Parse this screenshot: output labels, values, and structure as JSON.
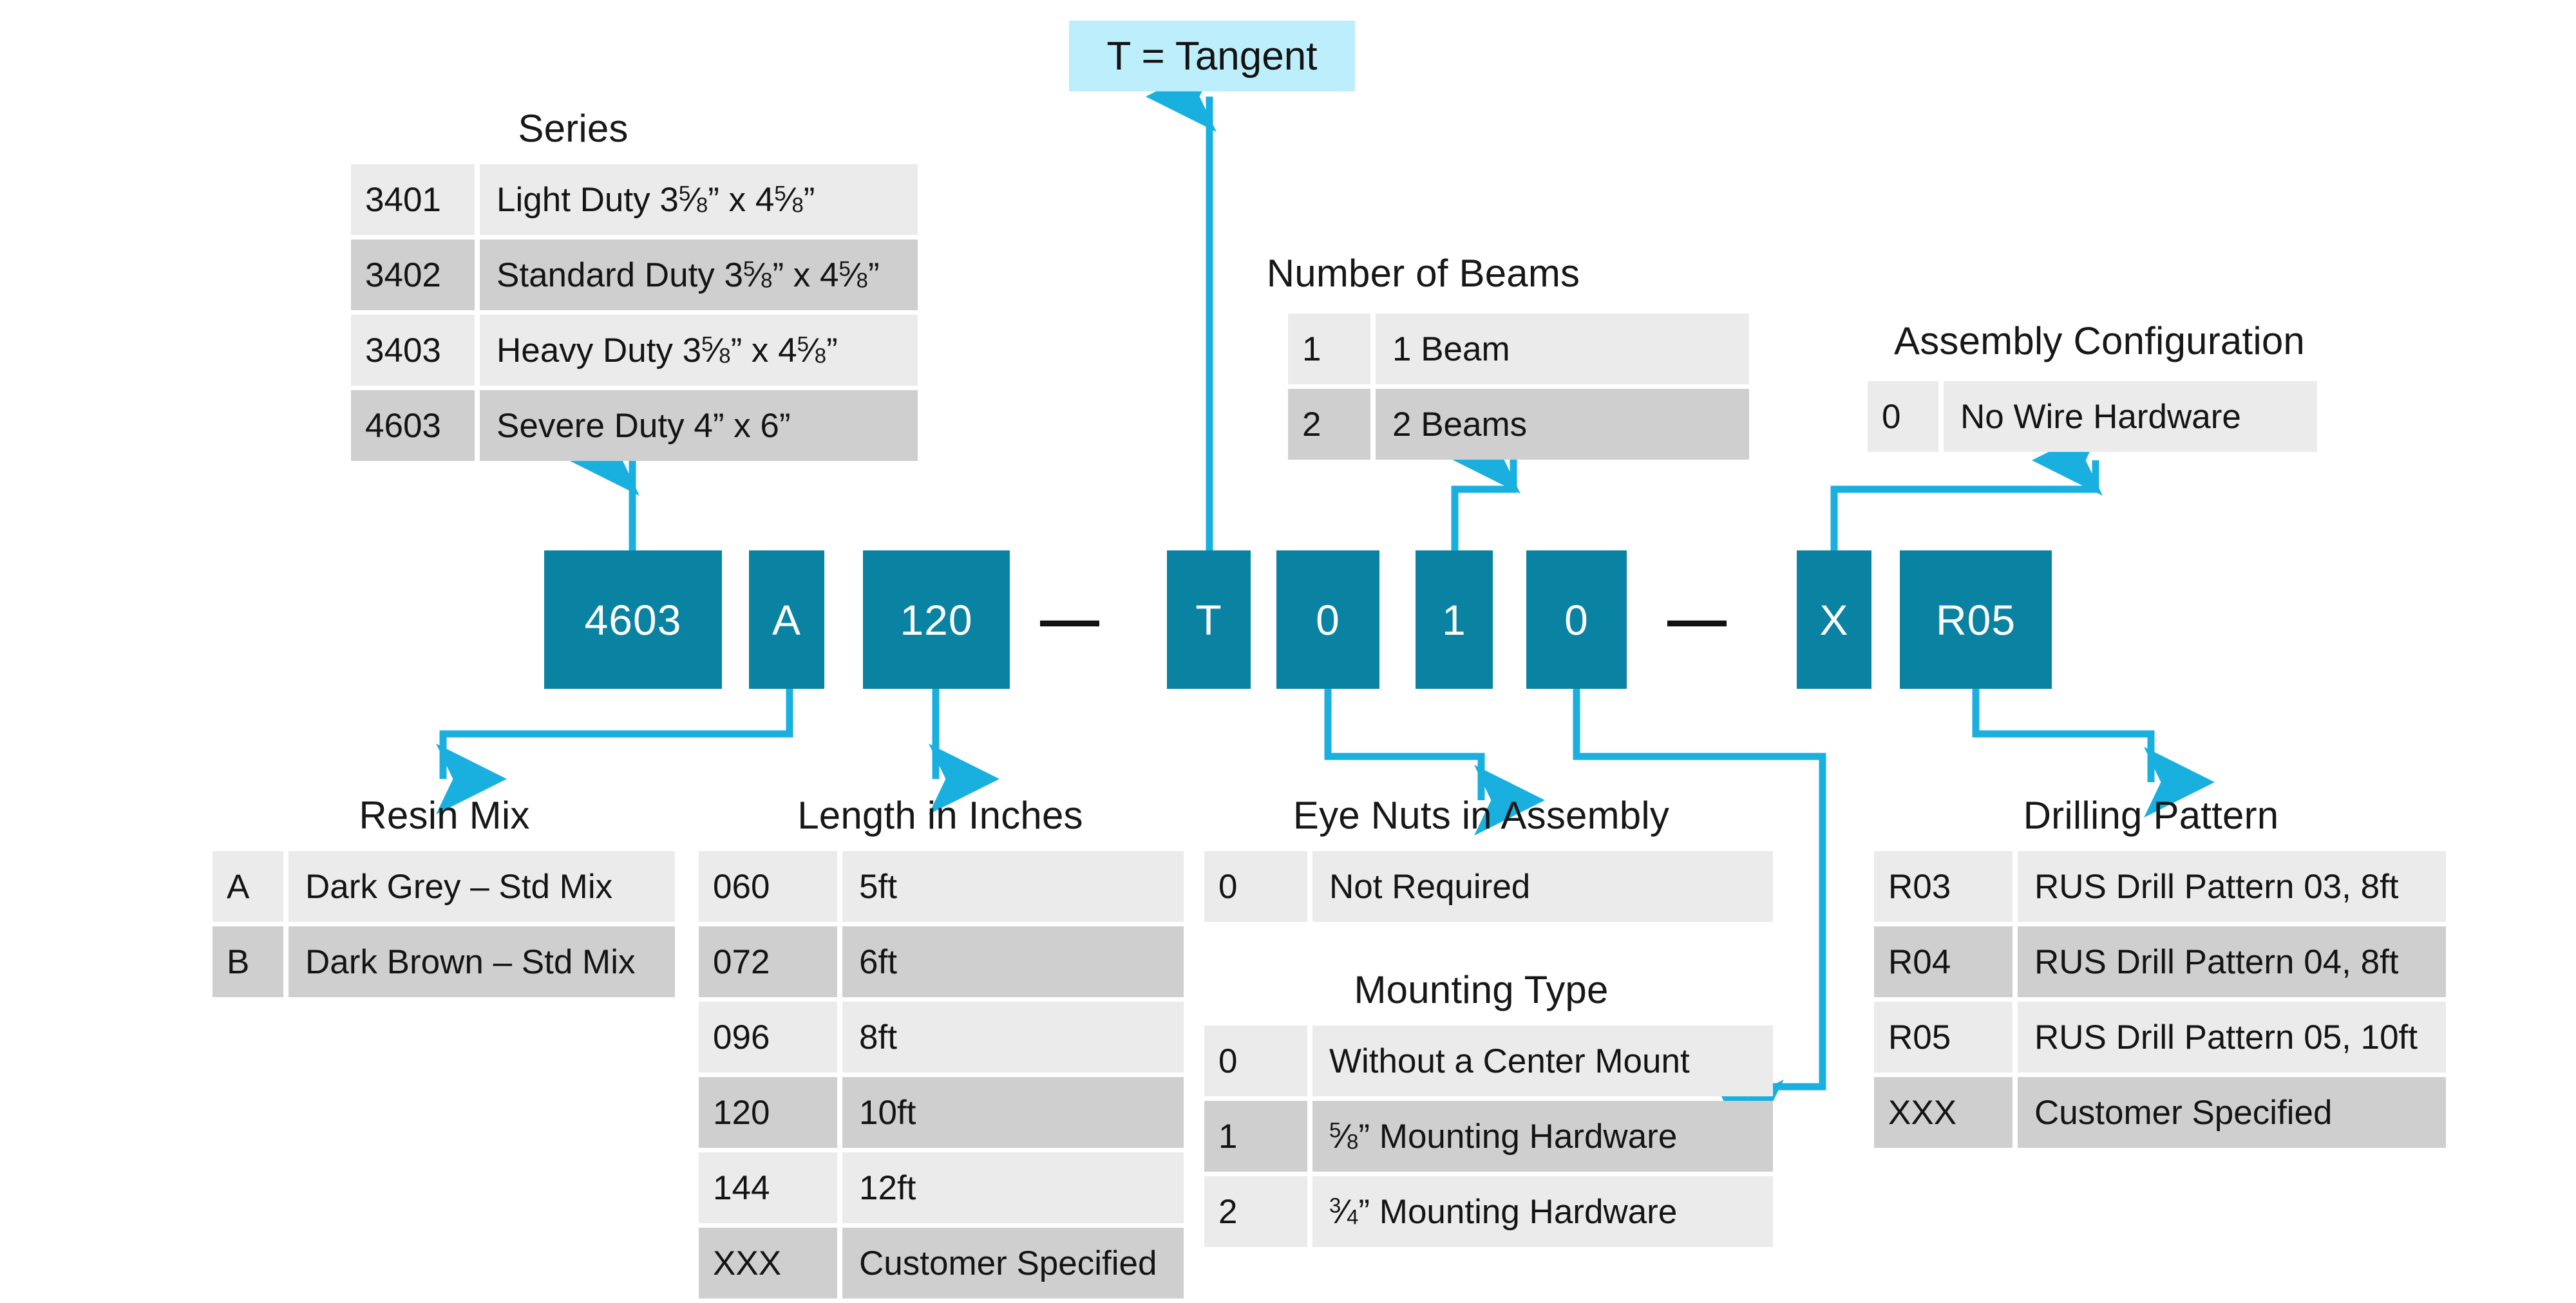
{
  "colors": {
    "block_teal": "#0a83a3",
    "arrow_blue": "#19b0e0",
    "callout_bg": "#bdeefb",
    "row_light": "#ebebeb",
    "row_dark": "#cfcfcf",
    "page_bg": "#ffffff",
    "text": "#141414"
  },
  "callout": {
    "label": "T = Tangent"
  },
  "part_number": {
    "segments": [
      {
        "value": "4603",
        "name": "series"
      },
      {
        "value": "A",
        "name": "resin-mix"
      },
      {
        "value": "120",
        "name": "length"
      },
      {
        "value": "—",
        "name": "dash-1",
        "type": "dash"
      },
      {
        "value": "T",
        "name": "tangent"
      },
      {
        "value": "0",
        "name": "eye-nuts"
      },
      {
        "value": "1",
        "name": "number-of-beams"
      },
      {
        "value": "0",
        "name": "mounting-type"
      },
      {
        "value": "—",
        "name": "dash-2",
        "type": "dash"
      },
      {
        "value": "X",
        "name": "assembly-configuration"
      },
      {
        "value": "R05",
        "name": "drilling-pattern"
      }
    ]
  },
  "tables": {
    "series": {
      "title": "Series",
      "rows": [
        {
          "code": "3401",
          "desc": "Light Duty 3⅝” x 4⅝”",
          "desc_parts": [
            "Light Duty 3",
            "5",
            "8",
            "” x 4",
            "5",
            "8",
            "”"
          ]
        },
        {
          "code": "3402",
          "desc": "Standard Duty 3⅝” x 4⅝”",
          "desc_parts": [
            "Standard Duty 3",
            "5",
            "8",
            "” x 4",
            "5",
            "8",
            "”"
          ]
        },
        {
          "code": "3403",
          "desc": "Heavy Duty 3⅝” x 4⅝”",
          "desc_parts": [
            "Heavy Duty 3",
            "5",
            "8",
            "” x 4",
            "5",
            "8",
            "”"
          ]
        },
        {
          "code": "4603",
          "desc": "Severe Duty 4” x 6”"
        }
      ]
    },
    "number_of_beams": {
      "title": "Number of Beams",
      "rows": [
        {
          "code": "1",
          "desc": "1 Beam"
        },
        {
          "code": "2",
          "desc": "2 Beams"
        }
      ]
    },
    "assembly_configuration": {
      "title": "Assembly Configuration",
      "rows": [
        {
          "code": "0",
          "desc": "No Wire Hardware"
        }
      ]
    },
    "resin_mix": {
      "title": "Resin Mix",
      "rows": [
        {
          "code": "A",
          "desc": "Dark Grey – Std Mix"
        },
        {
          "code": "B",
          "desc": "Dark Brown – Std Mix"
        }
      ]
    },
    "length_in_inches": {
      "title": "Length in Inches",
      "rows": [
        {
          "code": "060",
          "desc": "5ft"
        },
        {
          "code": "072",
          "desc": "6ft"
        },
        {
          "code": "096",
          "desc": "8ft"
        },
        {
          "code": "120",
          "desc": "10ft"
        },
        {
          "code": "144",
          "desc": "12ft"
        },
        {
          "code": "XXX",
          "desc": "Customer Specified"
        }
      ]
    },
    "eye_nuts_in_assembly": {
      "title": "Eye Nuts in Assembly",
      "rows": [
        {
          "code": "0",
          "desc": "Not Required"
        }
      ]
    },
    "mounting_type": {
      "title": "Mounting Type",
      "rows": [
        {
          "code": "0",
          "desc": "Without a Center Mount"
        },
        {
          "code": "1",
          "desc": "⅝” Mounting Hardware",
          "desc_parts": [
            "",
            "5",
            "8",
            "” Mounting Hardware"
          ]
        },
        {
          "code": "2",
          "desc": "¾” Mounting Hardware",
          "desc_parts": [
            "",
            "3",
            "4",
            "” Mounting Hardware"
          ]
        }
      ]
    },
    "drilling_pattern": {
      "title": "Drilling Pattern",
      "rows": [
        {
          "code": "R03",
          "desc": "RUS Drill Pattern 03, 8ft"
        },
        {
          "code": "R04",
          "desc": "RUS Drill Pattern 04, 8ft"
        },
        {
          "code": "R05",
          "desc": "RUS Drill Pattern 05, 10ft"
        },
        {
          "code": "XXX",
          "desc": "Customer Specified"
        }
      ]
    }
  }
}
